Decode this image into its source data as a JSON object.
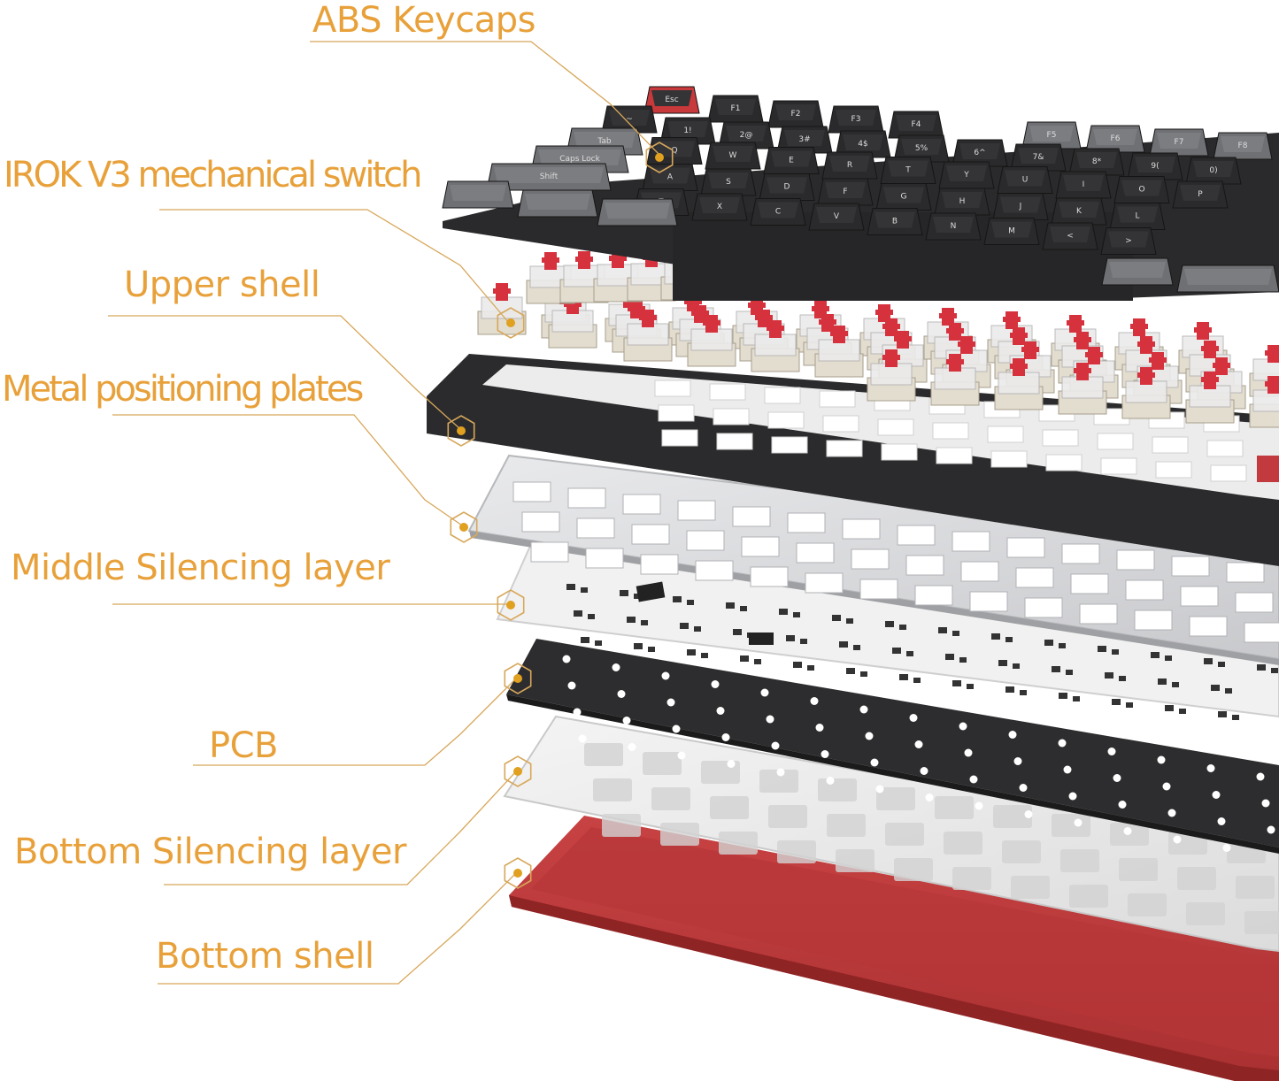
{
  "labels": {
    "keycaps": "ABS Keycaps",
    "switch": "IROK V3 mechanical switch",
    "upper_shell": "Upper shell",
    "plates": "Metal positioning plates",
    "middle_layer": "Middle Silencing layer",
    "pcb": "PCB",
    "bottom_layer": "Bottom Silencing layer",
    "bottom_shell": "Bottom shell"
  },
  "keycap_legends": {
    "row0": [
      "Esc",
      "F1",
      "F2",
      "F3",
      "F4",
      "F5",
      "F6",
      "F7",
      "F8"
    ],
    "row1": [
      "~",
      "1!",
      "2@",
      "3#",
      "4$",
      "5%",
      "6^",
      "7&",
      "8*",
      "9(",
      "0)"
    ],
    "row2": [
      "Tab",
      "Q",
      "W",
      "E",
      "R",
      "T",
      "Y",
      "U",
      "I",
      "O",
      "P"
    ],
    "row3": [
      "Caps Lock",
      "A",
      "S",
      "D",
      "F",
      "G",
      "H",
      "J",
      "K",
      "L"
    ],
    "row4": [
      "Shift",
      "Z",
      "X",
      "C",
      "V",
      "B",
      "N",
      "M",
      "<",
      ">"
    ]
  },
  "colors": {
    "accent": "#e8a13a",
    "keycap_black": "#2a2a2c",
    "keycap_gray": "#6f7073",
    "shell_black": "#2b2b2d",
    "switch_stem_red": "#d6323e",
    "plate_silver": "#d9dadc",
    "pcb_black": "#2d2d2f",
    "bottom_shell_red": "#b9393a"
  },
  "icons": [
    "hexagon-marker-icon"
  ]
}
